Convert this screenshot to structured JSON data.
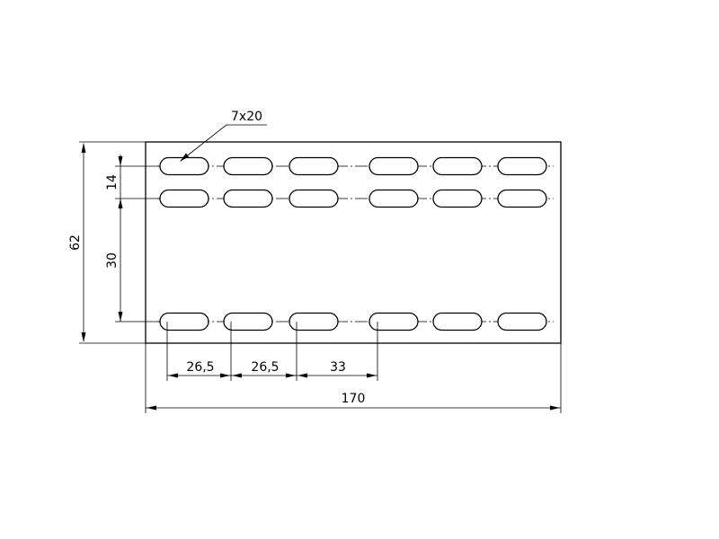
{
  "drawing": {
    "slot_callout": "7x20",
    "dimensions": {
      "overall_width": "170",
      "overall_height": "62",
      "row_spacing_top": "14",
      "row_spacing_bottom": "30",
      "slot_pitch_1": "26,5",
      "slot_pitch_2": "26,5",
      "slot_pitch_3": "33"
    }
  },
  "colors": {
    "line": "#000000",
    "background": "#ffffff"
  }
}
